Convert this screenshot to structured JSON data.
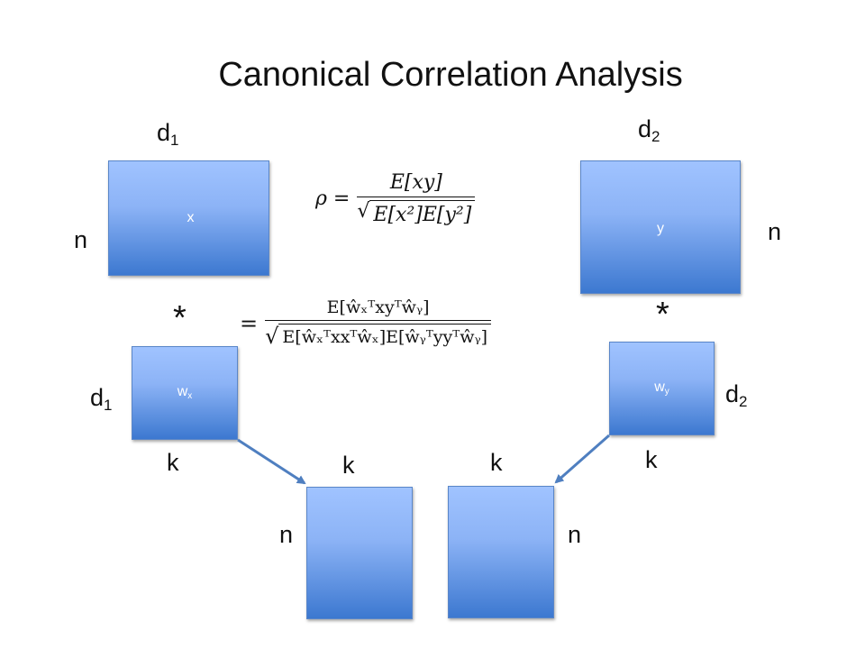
{
  "title": "Canonical Correlation Analysis",
  "labels": {
    "d1_top": {
      "base": "d",
      "sub": "1"
    },
    "d2_top": {
      "base": "d",
      "sub": "2"
    },
    "n_left": "n",
    "n_right": "n",
    "star_left": "*",
    "star_right": "*",
    "d1_mid": {
      "base": "d",
      "sub": "1"
    },
    "d2_mid": {
      "base": "d",
      "sub": "2"
    },
    "k_wx": "k",
    "k_wy": "k",
    "k_bottom_left": "k",
    "k_bottom_right": "k",
    "n_bottom_left": "n",
    "n_bottom_right": "n"
  },
  "boxes": {
    "x": "x",
    "y": "y",
    "wx": {
      "base": "w",
      "sub": "x"
    },
    "wy": {
      "base": "w",
      "sub": "y"
    }
  },
  "formula1": {
    "lhs": "ρ =",
    "numerator": "E[xy]",
    "radicand": "E[x²]E[y²]"
  },
  "formula2": {
    "lhs": "=",
    "numerator": "E[ŵₓᵀxyᵀŵᵧ]",
    "radicand": "E[ŵₓᵀxxᵀŵₓ]E[ŵᵧᵀyyᵀŵᵧ]"
  },
  "colors": {
    "box_top": "#a0c3ff",
    "box_bottom": "#3c78d0",
    "arrow": "#4f7fc0"
  }
}
